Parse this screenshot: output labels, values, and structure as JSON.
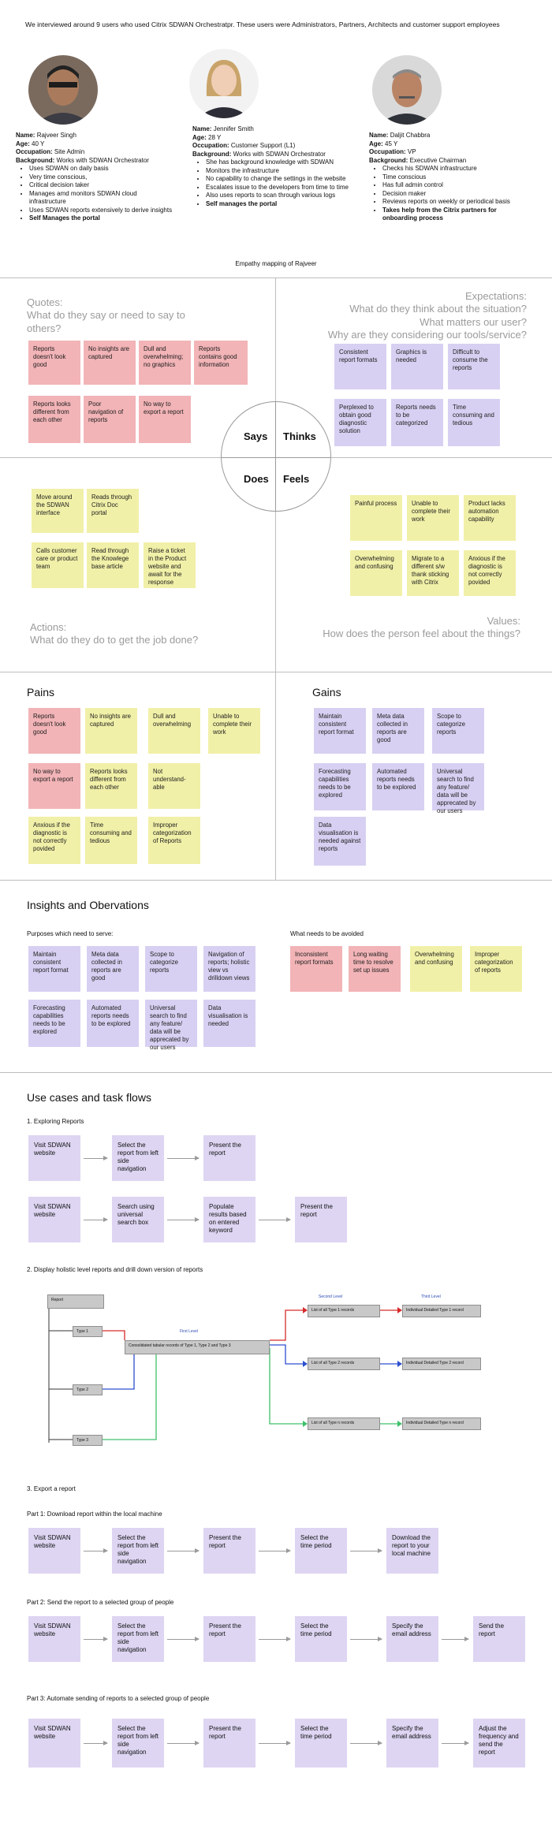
{
  "intro": "We interviewed around 9 users who used Citrix SDWAN Orchestratpr. These users were Administrators, Partners, Architects and customer support employees",
  "personas": [
    {
      "name_label": "Name:",
      "name": "Rajveer Singh",
      "age_label": "Age:",
      "age": "40 Y",
      "occupation_label": "Occupation:",
      "occupation": "Site Admin",
      "background_label": "Background:",
      "background": "Works with SDWAN Orchestrator",
      "bullets": [
        "Uses SDWAN on daily basis",
        "Very time conscious,",
        "Critical decision taker",
        "Manages amd monitors SDWAN cloud infrastructure",
        "Uses SDWAN reports extensively to derive insights"
      ],
      "bold_bullet": "Self Manages the portal"
    },
    {
      "name_label": "Name:",
      "name": "Jennifer Smith",
      "age_label": "Age:",
      "age": "28 Y",
      "occupation_label": "Occupation:",
      "occupation": "Customer Support (L1)",
      "background_label": "Background:",
      "background": "Works with SDWAN Orchestrator",
      "bullets": [
        "She has background knowledge with SDWAN",
        "Monitors the infrastructure",
        "No capability to change the settings in the website",
        "Escalates issue to the developers from time to time",
        "Also uses reports to scan through various logs"
      ],
      "bold_bullet": "Self manages the portal"
    },
    {
      "name_label": "Name:",
      "name": "Daljit Chabbra",
      "age_label": "Age:",
      "age": "45 Y",
      "occupation_label": "Occupation:",
      "occupation": "VP",
      "background_label": "Background:",
      "background": "Executive Chairman",
      "bullets": [
        "Checks his SDWAN infrastructure",
        "Time conscious",
        "Has full admin control",
        "Decision maker",
        "Reviews reports on weekly or periodical basis"
      ],
      "bold_bullet": "Takes help from the Citrix partners for onboarding process"
    }
  ],
  "empathy_caption": "Empathy mapping of Rajveer",
  "quadrants": {
    "quotes_title": "Quotes:\nWhat do they say or need to say to others?",
    "expectations_title": "Expectations:\nWhat do they think about the situation?\nWhat matters our user?\nWhy are they considering our tools/service?",
    "actions_title": "Actions:\nWhat do they do to get the job done?",
    "values_title": "Values:\nHow does the person feel about the things?",
    "says": "Says",
    "thinks": "Thinks",
    "does": "Does",
    "feels": "Feels"
  },
  "says_notes": [
    "Reports doesn't look good",
    "No insights are captured",
    "Dull and overwhelming; no graphics",
    "Reports contains good information",
    "Reports looks different from each other",
    "Poor navigation of reports",
    "No way to export a report"
  ],
  "thinks_notes": [
    "Consistent report formats",
    "Graphics is needed",
    "Difficult to consume the reports",
    "Perplexed to obtain good diagnostic solution",
    "Reports needs to be categorized",
    "Time consuming and tedious"
  ],
  "does_notes": [
    "Move around the SDWAN interface",
    "Reads through Citrix Doc portal",
    "Calls customer care or product team",
    "Read through the Knowlege base article",
    "Raise a ticket in the Product website and await for the response"
  ],
  "feels_notes": [
    "Painful process",
    "Unable to complete their work",
    "Product lacks automation capability",
    "Overwhelming and confusing",
    "Migrate to a different s/w thank sticking with Citrix",
    "Anxious if the diagnostic is not correctly povided"
  ],
  "pains_title": "Pains",
  "pains_notes": [
    "Reports doesn't look good",
    "No insights are captured",
    "Dull and overwhelming",
    "Unable to complete their work",
    "No way to export a report",
    "Reports looks different from each other",
    "Not understand-able",
    "Anxious if the diagnostic is not correctly povided",
    "Time consuming and tedious",
    "Improper categorization of Reports"
  ],
  "gains_title": "Gains",
  "gains_notes": [
    "Maintain consistent report format",
    "Meta data collected in reports are good",
    "Scope to categorize reports",
    "Forecasting capabilities needs to be explored",
    "Automated reports needs to be explored",
    "Universal search to find any feature/ data will be apprecated by our users",
    "Data visualisation is needed against reports"
  ],
  "insights_title": "Insights and Obervations",
  "purposes_title": "Purposes which need to serve:",
  "purposes_notes": [
    "Maintain consistent report format",
    "Meta data collected in reports are good",
    "Scope to categorize reports",
    "Navigation of reports; holistic view vs drilldown views",
    "Forecasting capabilities needs to be explored",
    "Automated reports needs to be explored",
    "Universal search to find any feature/ data will be apprecated by our users",
    "Data visualisation is needed"
  ],
  "avoided_title": "What needs to be avoided",
  "avoided_notes": [
    "Inconsistent report formats",
    "Long waiting time to resolve set up issues",
    "Overwhelming and confusing",
    "Improper categorization of reports"
  ],
  "usecases_title": "Use cases and task flows",
  "flow1_title": "1. Exploring Reports",
  "flow1a": [
    "Visit SDWAN website",
    "Select the report from left side navigation",
    "Present the report"
  ],
  "flow1b": [
    "Visit SDWAN website",
    "Search using universal search box",
    "Populate results based on entered keyword",
    "Present the report"
  ],
  "flow2_title": "2. Display holistic level reports and drill down version of reports",
  "diagram": {
    "report": "Report",
    "type1": "Type 1",
    "type2": "Type 2",
    "type3": "Type 3",
    "first_level": "First Level",
    "second_level": "Second Level",
    "third_level": "Third Level",
    "consolidated": "Consolidated tabular records of Type 1, Type 2 and Type 3",
    "list1": "List of all Type 1 records",
    "list2": "List of all Type 2 records",
    "list3": "List of all Type n records",
    "detail1": "Individual Detailed Type 1 record",
    "detail2": "Individual Detailed Type 2 record",
    "detail3": "Individual Detailed Type n record"
  },
  "flow3_title": "3. Export a report",
  "part1_title": "Part 1: Download report within the local machine",
  "part1": [
    "Visit SDWAN website",
    "Select the report from left side navigation",
    "Present the report",
    "Select the time period",
    "Download the report to your local machine"
  ],
  "part2_title": "Part 2: Send the report to a selected group of people",
  "part2": [
    "Visit SDWAN website",
    "Select the report from left side navigation",
    "Present the report",
    "Select the time period",
    "Specify the email address",
    "Send the report"
  ],
  "part3_title": "Part 3: Automate sending of reports to a selected group of people",
  "part3": [
    "Visit SDWAN website",
    "Select the report from left side navigation",
    "Present the report",
    "Select the time period",
    "Specify the email address",
    "Adjust the frequency and send the report"
  ]
}
